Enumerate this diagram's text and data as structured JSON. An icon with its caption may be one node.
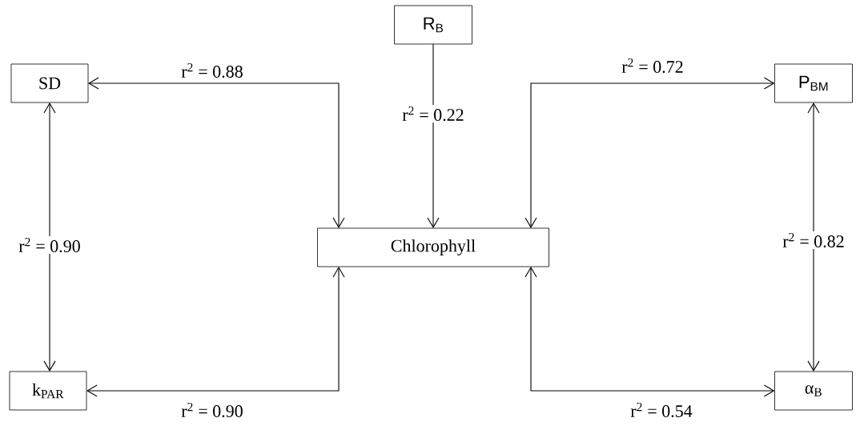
{
  "diagram": {
    "nodes": [
      {
        "text": [
          "R$_{B}$"
        ]
      },
      {
        "text": [
          "SD"
        ]
      },
      {
        "text": [
          "P$_{BM}$"
        ]
      },
      {
        "text": [
          "Chlorophyll"
        ]
      },
      {
        "text": [
          "k$_{PAR}$"
        ]
      },
      {
        "text": [
          "α$_{B}$"
        ]
      }
    ],
    "edges": [
      {
        "from": 1,
        "to": 3,
        "arrow": "both",
        "label": "r$^{2}$ = 0.88"
      },
      {
        "from": 0,
        "to": 3,
        "arrow": "to",
        "label": "r$^{2}$ = 0.22"
      },
      {
        "from": 3,
        "to": 2,
        "arrow": "both",
        "label": "r$^{2}$ = 0.72"
      },
      {
        "from": 1,
        "to": 4,
        "arrow": "both",
        "label": "r$^{2}$ = 0.90"
      },
      {
        "from": 4,
        "to": 3,
        "arrow": "both",
        "label": "r$^{2}$ = 0.90"
      },
      {
        "from": 2,
        "to": 5,
        "arrow": "both",
        "label": "r$^{2}$ = 0.82"
      },
      {
        "from": 3,
        "to": 5,
        "arrow": "both",
        "label": "r$^{2}$ = 0.54"
      }
    ]
  }
}
